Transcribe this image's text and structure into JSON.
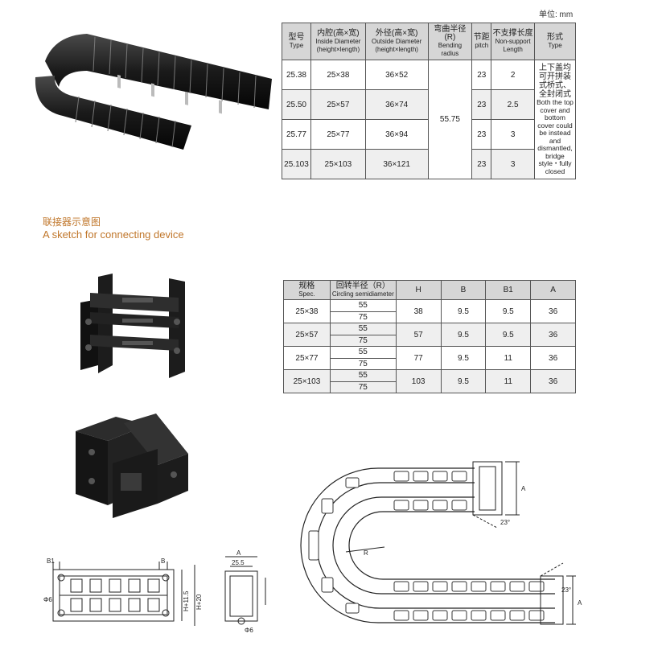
{
  "unit_label": "单位: mm",
  "spec_table": {
    "headers": [
      {
        "zh": "型号",
        "en": "Type"
      },
      {
        "zh": "内腔(高×宽)",
        "en": "Inside Diameter",
        "en2": "(height×length)"
      },
      {
        "zh": "外径(高×宽)",
        "en": "Outside Diameter",
        "en2": "(height×length)"
      },
      {
        "zh": "弯曲半径(R)",
        "en": "Bending",
        "en2": "radius"
      },
      {
        "zh": "节距",
        "en": "pitch"
      },
      {
        "zh": "不支撑长度",
        "en": "Non-support",
        "en2": "Length"
      },
      {
        "zh": "形式",
        "en": "Type"
      }
    ],
    "rows": [
      {
        "type": "25.38",
        "inside": "25×38",
        "outside": "36×52",
        "pitch": "23",
        "nonsupport": "2"
      },
      {
        "type": "25.50",
        "inside": "25×57",
        "outside": "36×74",
        "pitch": "23",
        "nonsupport": "2.5"
      },
      {
        "type": "25.77",
        "inside": "25×77",
        "outside": "36×94",
        "pitch": "23",
        "nonsupport": "3"
      },
      {
        "type": "25.103",
        "inside": "25×103",
        "outside": "36×121",
        "pitch": "23",
        "nonsupport": "3"
      }
    ],
    "bending_radius": "55.75",
    "form_zh": "上下盖均可开拼装式桥式、全封闭式",
    "form_en": "Both the top cover and bottom cover could be instead and dismantled, bridge style・fully closed"
  },
  "section_title_zh": "联接器示意图",
  "section_title_en": "A sketch for connecting device",
  "conn_table": {
    "headers": [
      {
        "zh": "规格",
        "en": "Spec."
      },
      {
        "zh": "回转半径（R）",
        "en": "Circling semidiameter"
      },
      {
        "zh": "H"
      },
      {
        "zh": "B"
      },
      {
        "zh": "B1"
      },
      {
        "zh": "A"
      }
    ],
    "rows": [
      {
        "spec": "25×38",
        "r1": "55",
        "r2": "75",
        "h": "38",
        "b": "9.5",
        "b1": "9.5",
        "a": "36"
      },
      {
        "spec": "25×57",
        "r1": "55",
        "r2": "75",
        "h": "57",
        "b": "9.5",
        "b1": "9.5",
        "a": "36"
      },
      {
        "spec": "25×77",
        "r1": "55",
        "r2": "75",
        "h": "77",
        "b": "9.5",
        "b1": "11",
        "a": "36"
      },
      {
        "spec": "25×103",
        "r1": "55",
        "r2": "75",
        "h": "103",
        "b": "9.5",
        "b1": "11",
        "a": "36"
      }
    ]
  },
  "drawing_labels": {
    "b1": "B1",
    "b": "B",
    "phi6": "Φ6",
    "h_plus_11_5": "H+11.5",
    "h_plus_20": "H+20",
    "a": "A",
    "dim_25_5": "25.5",
    "r": "R",
    "angle_23": "23°"
  }
}
